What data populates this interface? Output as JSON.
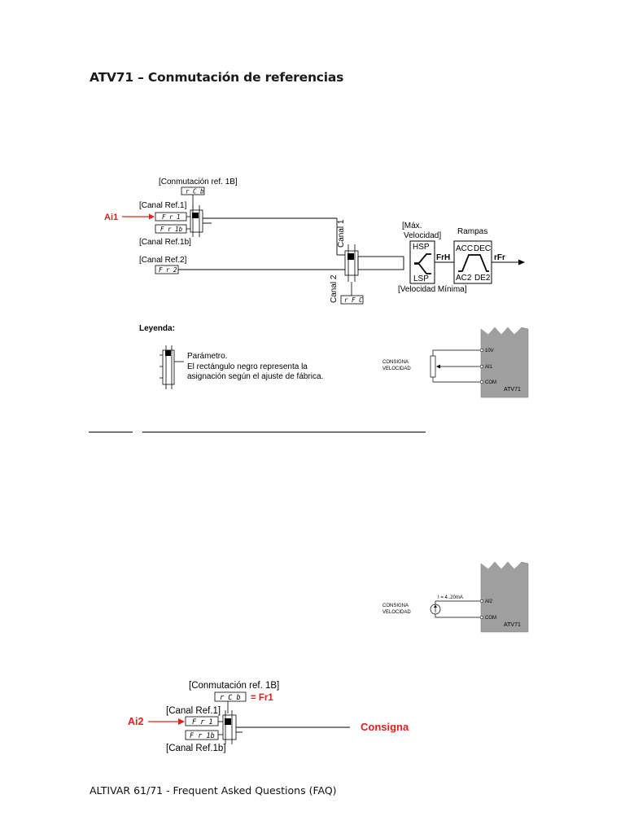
{
  "page": {
    "title": "ATV71 – Conmutación de referencias",
    "footer": "ALTIVAR 61/71 -  Frequent Asked Questions (FAQ)"
  },
  "diagram1": {
    "switch_label": "[Conmutación ref. 1B]",
    "switch_code": "r C b",
    "ai_label": "Ai1",
    "canal_ref1_label": "[Canal Ref.1]",
    "fr1_code": "F r 1",
    "fr1b_code": "F r 1b",
    "canal_ref1b_label": "[Canal Ref.1b]",
    "canal_ref2_label": "[Canal Ref.2]",
    "fr2_code": "F r 2",
    "canal1_label": "Canal 1",
    "canal2_label": "Canal 2",
    "rfc_code": "r F C",
    "max_label_1": "[Máx.",
    "max_label_2": "Velocidad]",
    "hsp": "HSP",
    "lsp": "LSP",
    "min_label": "[Velocidad Mínima]",
    "frh": "FrH",
    "rampas": "Rampas",
    "acc": "ACC",
    "dec": "DEC",
    "ac2": "AC2",
    "de2": "DE2",
    "rfr": "rFr"
  },
  "legend": {
    "title": "Leyenda:",
    "line1": "Parámetro.",
    "line2": "El rectángulo negro representa la",
    "line3": "asignación según el ajuste de fábrica."
  },
  "wiring1": {
    "consigna_1": "CONSIGNA",
    "consigna_2": "VELOCIDAD",
    "t10v": "10V",
    "tai1": "AI1",
    "tcom": "COM",
    "drive": "ATV71"
  },
  "wiring2": {
    "current": "I = 4..20mA",
    "consigna_1": "CONSIGNA",
    "consigna_2": "VELOCIDAD",
    "tai2": "AI2",
    "tcom": "COM",
    "drive": "ATV71"
  },
  "diagram2": {
    "switch_label": "[Conmutación ref. 1B]",
    "switch_code": "r C b",
    "eq_fr1": "= Fr1",
    "ai_label": "Ai2",
    "canal_ref1_label": "[Canal Ref.1]",
    "fr1_code": "F r 1",
    "fr1b_code": "F r 1b",
    "canal_ref1b_label": "[Canal Ref.1b]",
    "consigna": "Consigna"
  }
}
